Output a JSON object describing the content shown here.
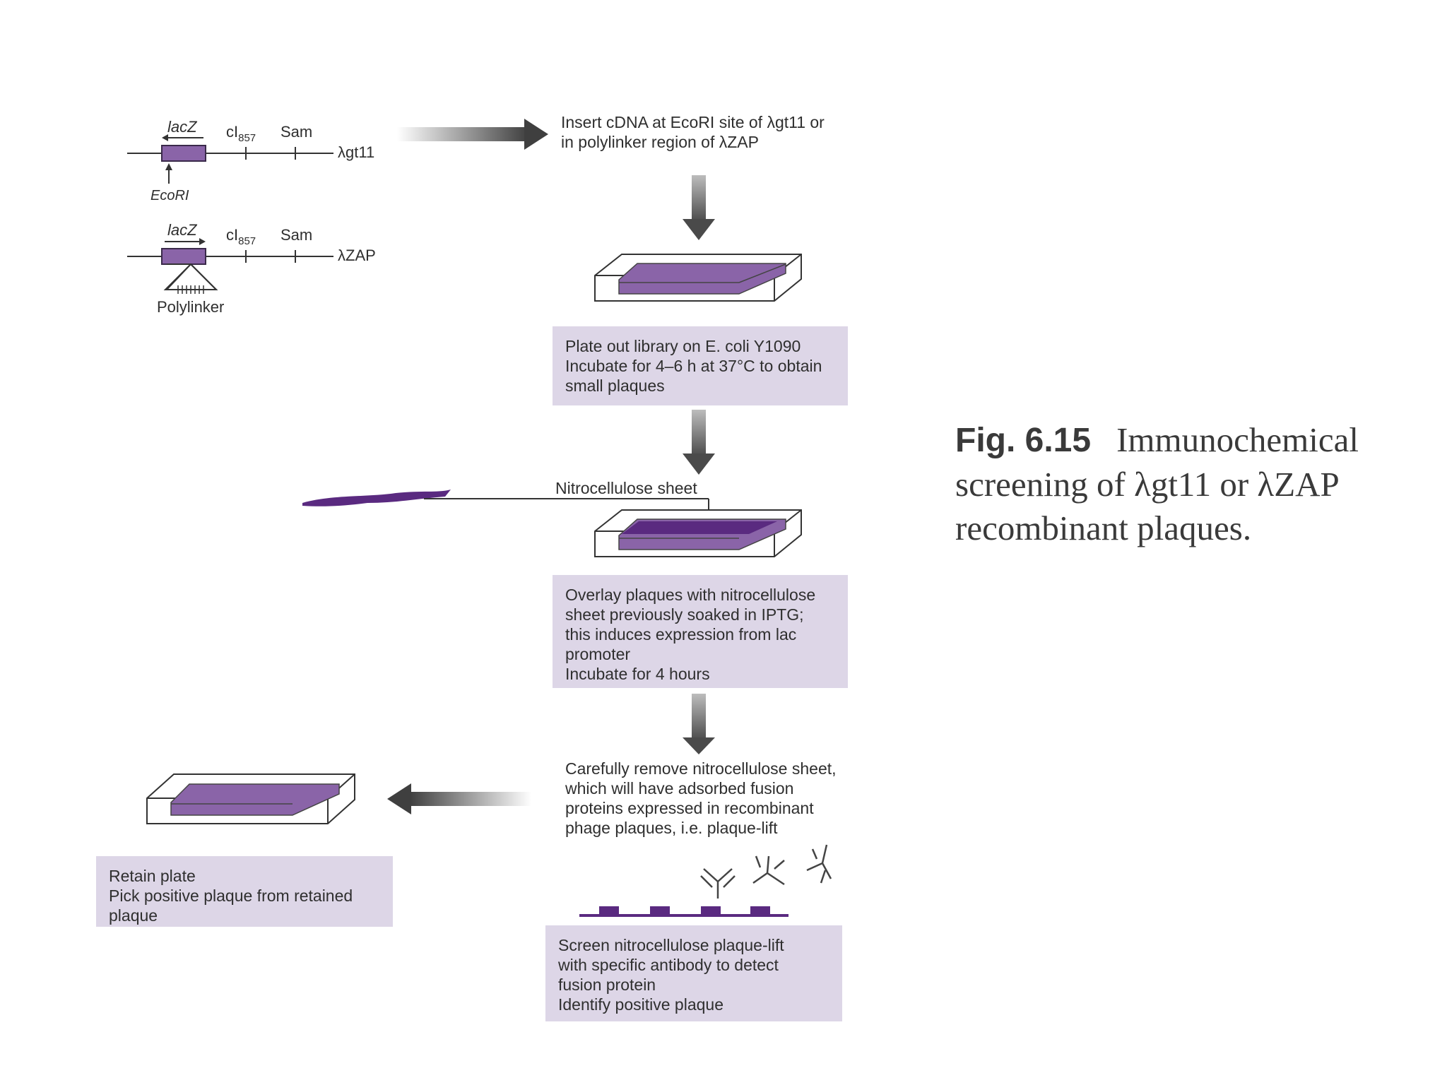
{
  "vectors": {
    "lgt11": {
      "gene": "lacZ",
      "repressor": "cI",
      "repressor_sub": "857",
      "sam": "Sam",
      "name": "λgt11",
      "site": "EcoRI"
    },
    "lzap": {
      "gene": "lacZ",
      "repressor": "cI",
      "repressor_sub": "857",
      "sam": "Sam",
      "name": "λZAP",
      "site": "Polylinker"
    }
  },
  "steps": {
    "insert": [
      "Insert cDNA at EcoRI site of λgt11 or",
      "in polylinker region of λZAP"
    ],
    "plate_out": [
      "Plate out library on E. coli Y1090",
      "Incubate for 4–6 h at 37°C to obtain",
      "small plaques"
    ],
    "nitro_label": "Nitrocellulose sheet",
    "overlay": [
      "Overlay plaques with nitrocellulose",
      "sheet previously soaked in IPTG;",
      "this induces expression from lac",
      "promoter",
      "Incubate for 4 hours"
    ],
    "remove": [
      "Carefully remove nitrocellulose sheet,",
      "which will have adsorbed fusion",
      "proteins expressed in recombinant",
      "phage plaques, i.e. plaque-lift"
    ],
    "screen": [
      "Screen nitrocellulose plaque-lift",
      "with specific antibody to detect",
      "fusion protein",
      "Identify positive plaque"
    ],
    "retain": [
      "Retain plate",
      "Pick positive plaque from retained",
      "plaque"
    ]
  },
  "caption": {
    "number": "Fig. 6.15",
    "lines": [
      "Immunochemical",
      "screening of λgt11 or λZAP",
      "recombinant plaques."
    ]
  },
  "colors": {
    "purple": "#8a64a8",
    "dark_purple": "#5a2a80",
    "box_fill": "#ddd6e7",
    "arrow_gray": "#4a4a4a"
  },
  "icons": [
    "arrow-right-icon",
    "arrow-down-icon",
    "arrow-left-icon",
    "plate-icon",
    "antibody-icon"
  ]
}
